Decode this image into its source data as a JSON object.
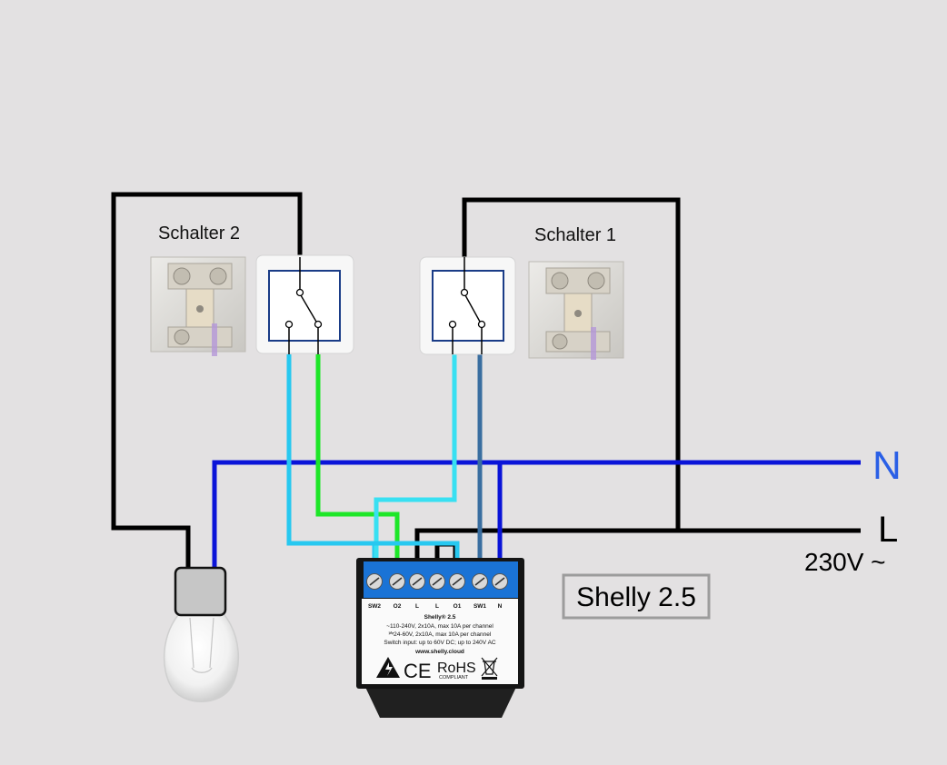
{
  "labels": {
    "switch_2": "Schalter 2",
    "switch_1": "Schalter 1",
    "neutral": "N",
    "live": "L",
    "voltage": "230V ~",
    "device_name": "Shelly 2.5"
  },
  "device": {
    "terminals": [
      "SW2",
      "O2",
      "L",
      "L",
      "O1",
      "SW1",
      "N"
    ],
    "model": "Shelly® 2.5",
    "spec_lines": [
      "~110-240V, 2x10A, max 10A per channel",
      "⎃24-60V, 2x10A, max 10A per channel",
      "Switch input: up to 60V DC; up to 240V AC"
    ],
    "website": "www.shelly.cloud",
    "ce_mark": "CE",
    "rohs": "RoHS",
    "rohs_sub": "COMPLIANT"
  },
  "colors": {
    "live": "#000000",
    "neutral": "#0a14d8",
    "neutral_label": "#2a5fe6",
    "sw2_wire": "#27c8f0",
    "o2_wire": "#1ee628",
    "sw1_wire": "#38e0f2",
    "o1_wire": "#3a6ea0",
    "terminal_block": "#1a73d6"
  }
}
